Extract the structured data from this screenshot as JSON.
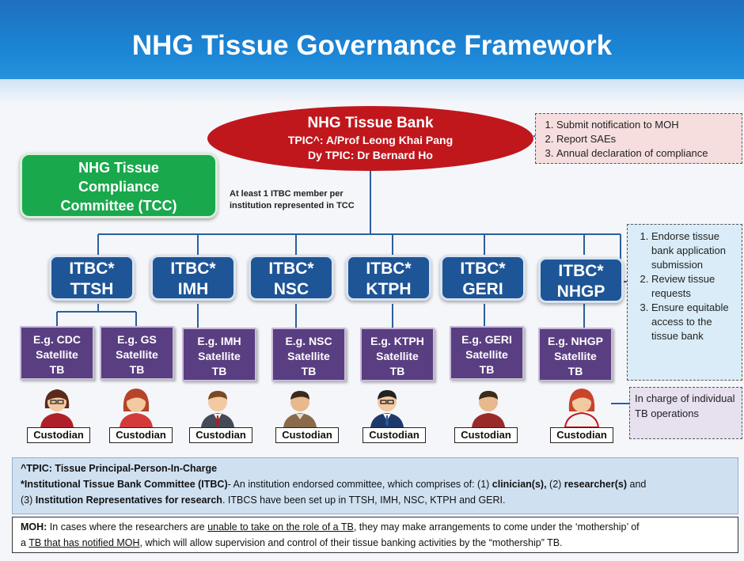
{
  "title": "NHG Tissue Governance Framework",
  "tissue_bank": {
    "name": "NHG Tissue Bank",
    "tpic": "TPIC^: A/Prof Leong Khai Pang",
    "dy_tpic": "Dy TPIC: Dr Bernard Ho"
  },
  "bank_duties": [
    "Submit notification to MOH",
    "Report SAEs",
    "Annual declaration of compliance"
  ],
  "tcc": {
    "line1": "NHG Tissue",
    "line2": "Compliance",
    "line3": "Committee (TCC)"
  },
  "tcc_note": {
    "line1": "At least 1 ITBC member per",
    "line2": "institution represented in TCC"
  },
  "itbc": [
    {
      "label": "ITBC*",
      "inst": "TTSH"
    },
    {
      "label": "ITBC*",
      "inst": "IMH"
    },
    {
      "label": "ITBC*",
      "inst": "NSC"
    },
    {
      "label": "ITBC*",
      "inst": "KTPH"
    },
    {
      "label": "ITBC*",
      "inst": "GERI"
    },
    {
      "label": "ITBC*",
      "inst": "NHGP"
    }
  ],
  "tbs": [
    {
      "l1": "E.g. CDC",
      "l2": "Satellite",
      "l3": "TB"
    },
    {
      "l1": "E.g. GS",
      "l2": "Satellite",
      "l3": "TB"
    },
    {
      "l1": "E.g. IMH",
      "l2": "Satellite",
      "l3": "TB"
    },
    {
      "l1": "E.g. NSC",
      "l2": "Satellite",
      "l3": "TB"
    },
    {
      "l1": "E.g. KTPH",
      "l2": "Satellite",
      "l3": "TB"
    },
    {
      "l1": "E.g. GERI",
      "l2": "Satellite",
      "l3": "TB"
    },
    {
      "l1": "E.g. NHGP",
      "l2": "Satellite",
      "l3": "TB"
    }
  ],
  "custodian_label": "Custodian",
  "itbc_duties": [
    "Endorse tissue bank application submission",
    "Review tissue requests",
    "Ensure equitable access to the tissue bank"
  ],
  "custodian_note": "In charge of individual TB operations",
  "definitions": {
    "tpic": "^TPIC: Tissue Principal-Person-In-Charge",
    "itbc_term": "*Institutional Tissue Bank Committee (ITBC)",
    "itbc_desc1": "- An institution endorsed committee, which comprises of: (1) ",
    "clinicians": "clinician(s),",
    "mid1": " (2) ",
    "researchers": "researcher(s)",
    "mid2": " and",
    "line2_a": "(3) ",
    "reps": "Institution Representatives for research",
    "line2_b": ". ITBCS have been set up in TTSH, IMH, NSC, KTPH and GERI."
  },
  "moh_note": {
    "label": "MOH:",
    "t1": " In cases where the researchers are ",
    "u1": "unable to take on the role of a TB",
    "t2": ", they may make arrangements to come under the ‘mothership’ of",
    "t3": "a ",
    "u2": "TB that has notified MOH",
    "t4": ", which will allow supervision and control of their tissue banking activities by the “mothership” TB."
  },
  "colors": {
    "header": "#1f6fbf",
    "tissue_bank": "#c0171d",
    "tcc": "#1aa84d",
    "itbc": "#1e5597",
    "tb": "#5a3e82"
  }
}
